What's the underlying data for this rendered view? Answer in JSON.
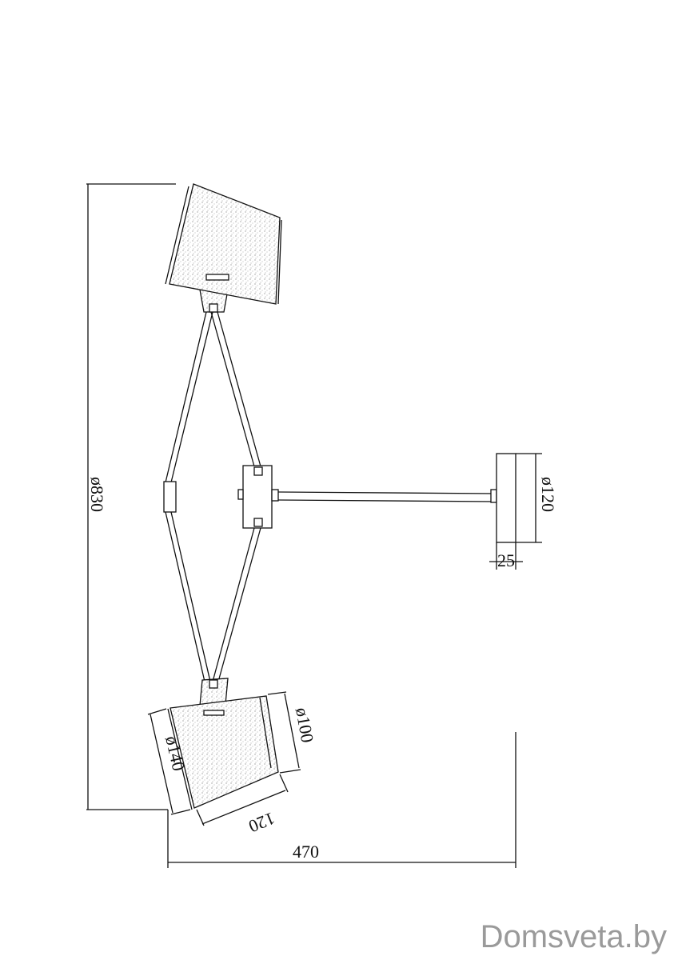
{
  "drawing": {
    "dimensions": {
      "height": "ø830",
      "width": "470",
      "wall_plate_diameter": "ø120",
      "wall_plate_depth": "25",
      "shade_large_diameter": "ø140",
      "shade_small_diameter": "ø100",
      "shade_length": "120"
    }
  },
  "watermark": "Domsveta.by",
  "colors": {
    "line": "#111111",
    "watermark": "#9a9a9a"
  }
}
